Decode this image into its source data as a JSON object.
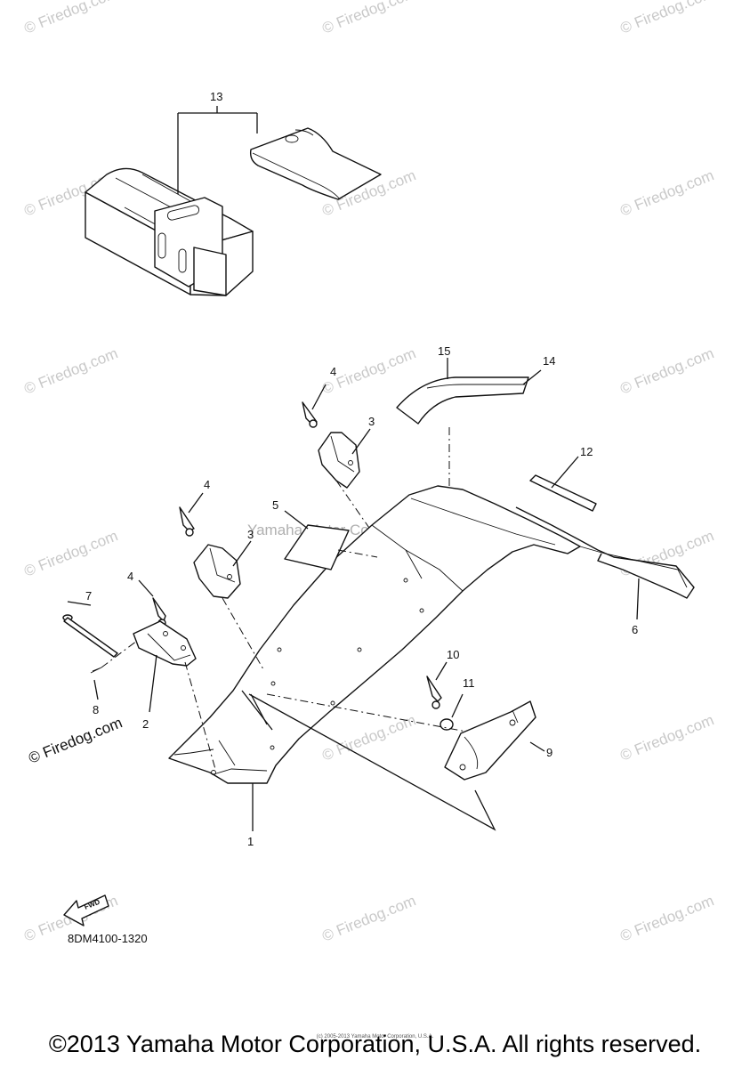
{
  "callouts": [
    "13",
    "15",
    "14",
    "4",
    "3",
    "12",
    "4",
    "5",
    "3",
    "4",
    "7",
    "6",
    "10",
    "11",
    "9",
    "8",
    "2",
    "1"
  ],
  "watermark_text": "© Firedog.com",
  "center_watermark": "Yamaha Motor Corp, U.S.A.",
  "fwd_label": "FWD",
  "drawing_code": "8DM4100-1320",
  "tiny_notice": "(c) 2005-2013 Yamaha Motor Corporation, U.S.A.",
  "copyright": "©2013 Yamaha Motor Corporation, U.S.A. All rights reserved."
}
